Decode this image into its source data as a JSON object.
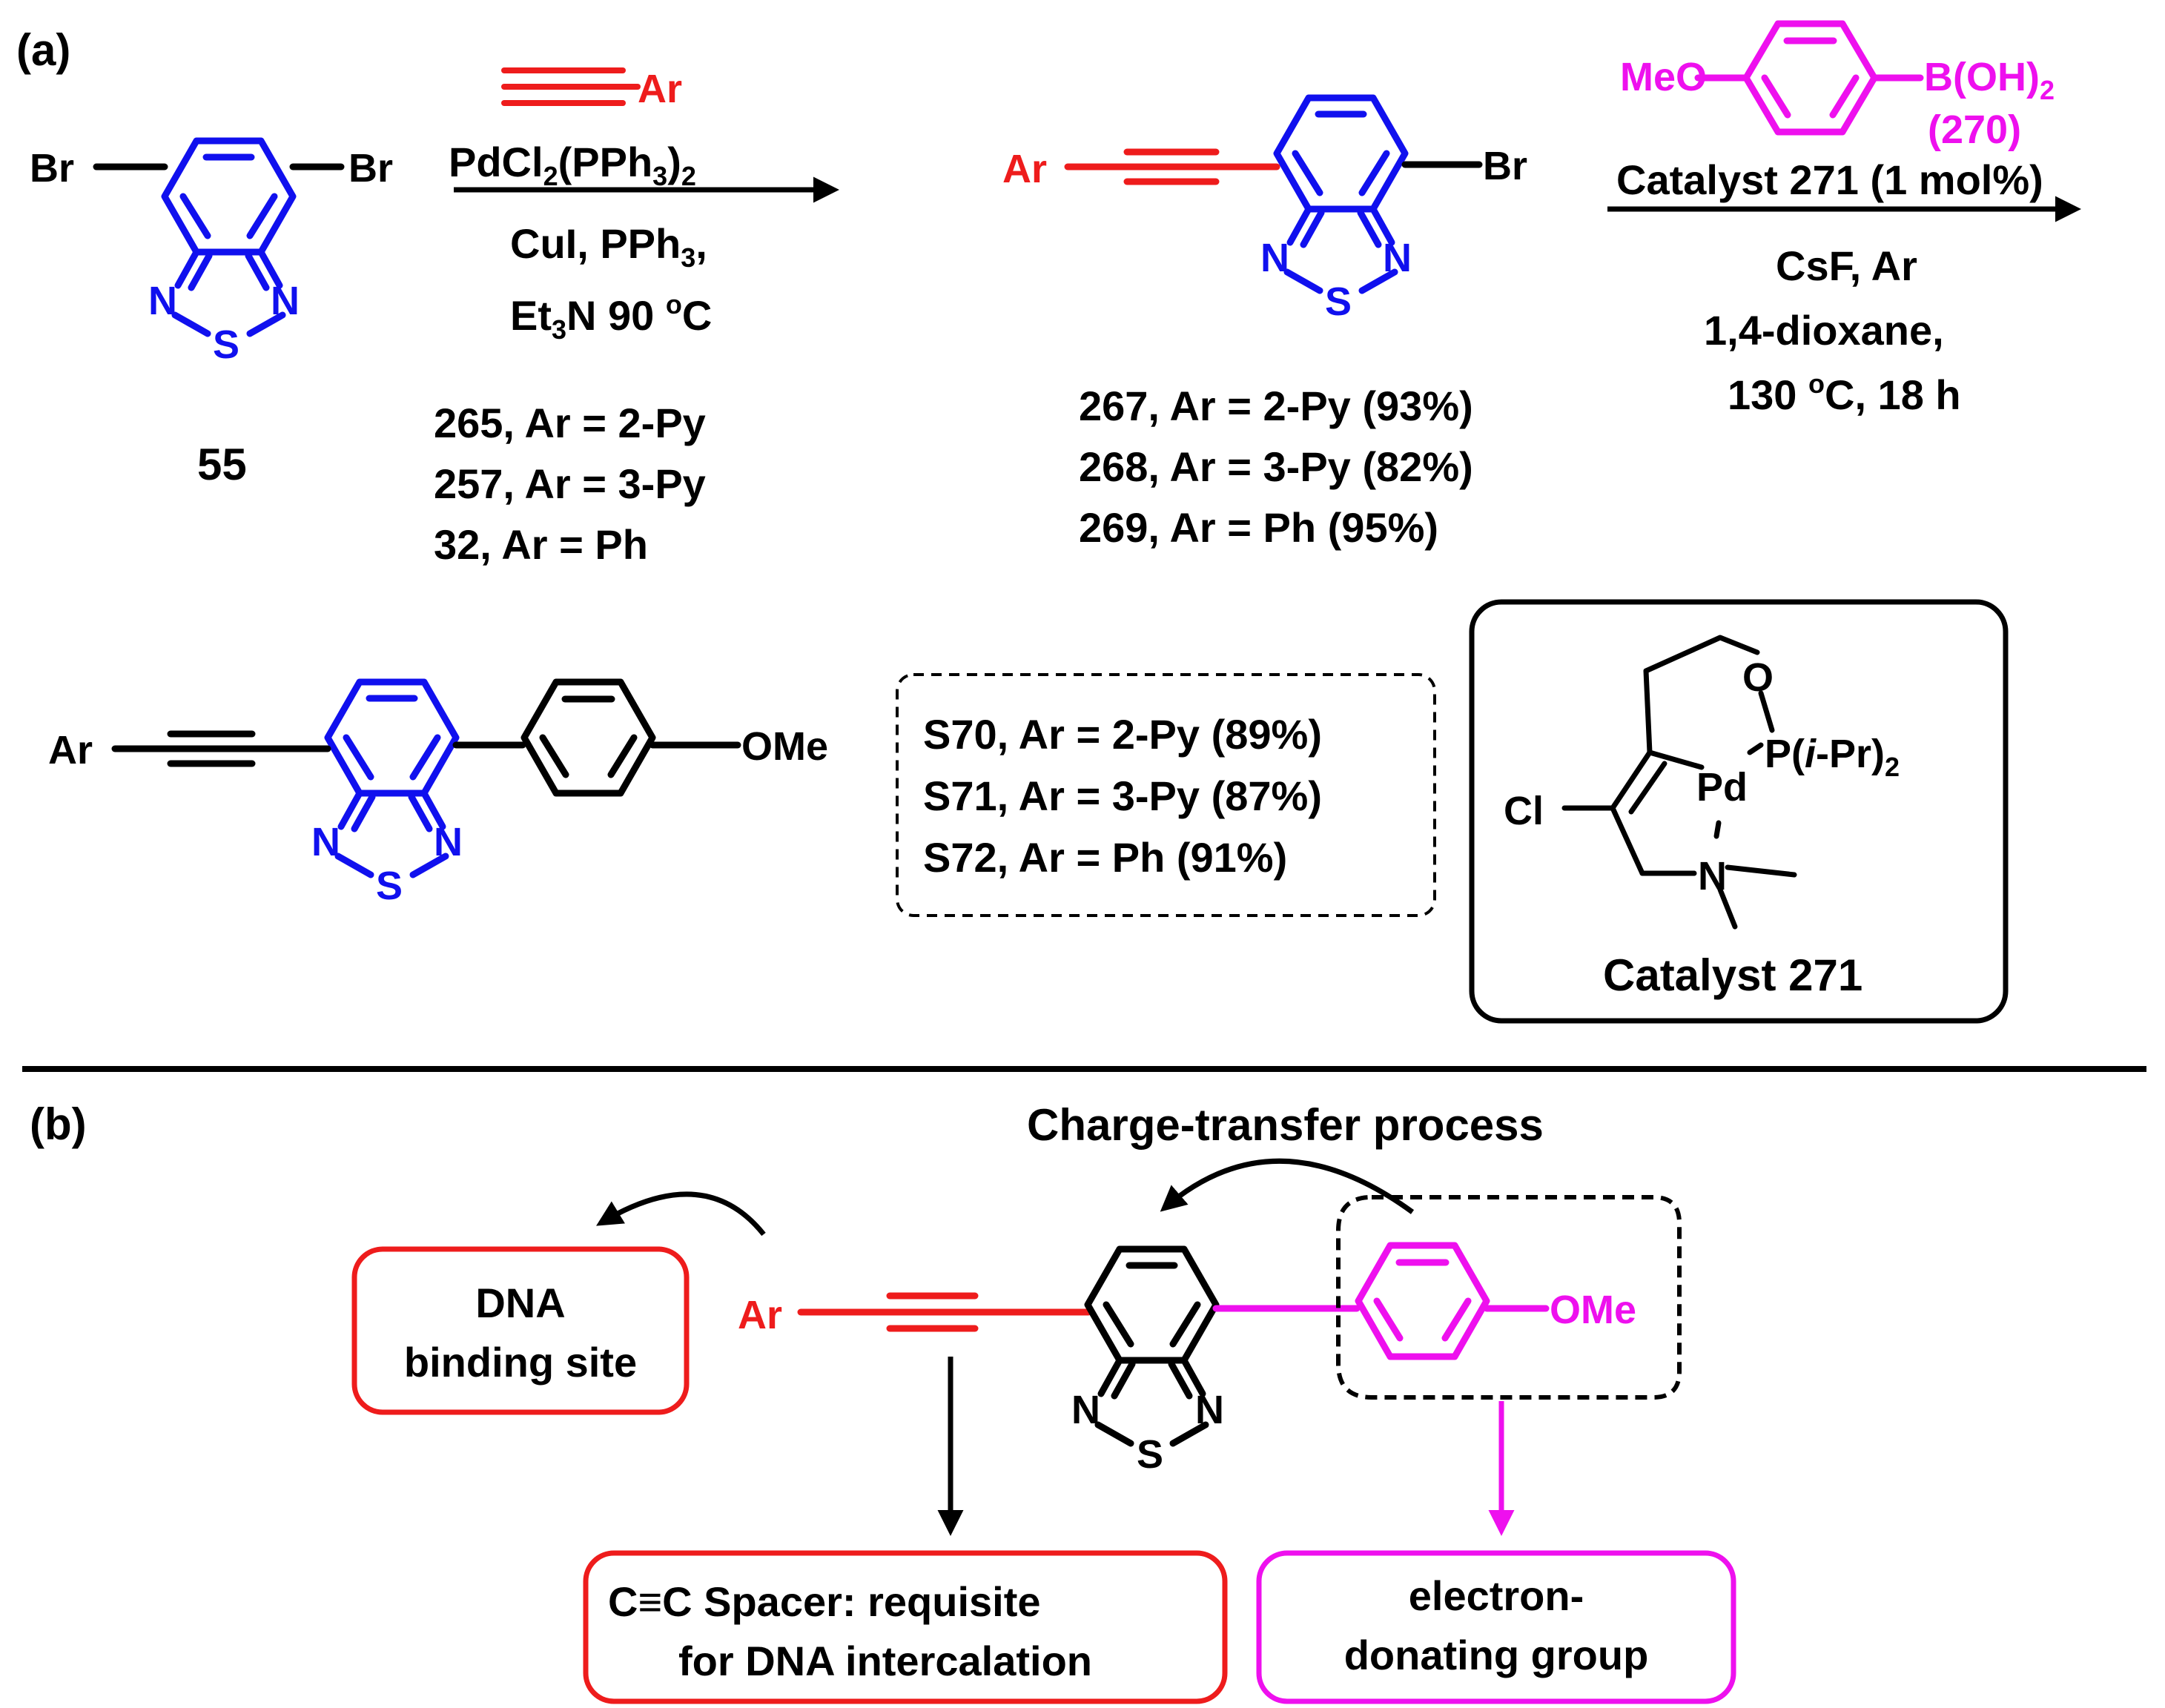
{
  "panel_a": {
    "label": "(a)",
    "start": {
      "compound": "55",
      "br_left": "Br",
      "br_right": "Br",
      "n_left": "N",
      "n_right": "N",
      "s": "S"
    },
    "step1": {
      "alkyne_ar": "Ar",
      "line1": "PdCl",
      "line1_sub": "2",
      "line1_mid": "(PPh",
      "line1_sub2": "3",
      "line1_end": ")",
      "line1_sub3": "2",
      "line2": "CuI, PPh",
      "line2_sub": "3",
      "line2_end": ",",
      "line3_a": "Et",
      "line3_sub": "3",
      "line3_b": "N 90 ",
      "line3_sup": "o",
      "line3_c": "C",
      "reagents": [
        "265, Ar = 2-Py",
        "257, Ar = 3-Py",
        "32, Ar = Ph"
      ]
    },
    "intermediate": {
      "ar": "Ar",
      "br": "Br",
      "n_left": "N",
      "n_right": "N",
      "s": "S",
      "products": [
        "267, Ar = 2-Py (93%)",
        "268, Ar = 3-Py (82%)",
        "269, Ar = Ph (95%)"
      ]
    },
    "step2": {
      "meo": "MeO",
      "boron": "B(OH)",
      "boron_sub": "2",
      "boron_label": "(270)",
      "catalyst_line": "Catalyst 271 (1 mol%)",
      "cond1": "CsF, Ar",
      "cond2": "1,4-dioxane,",
      "cond3_a": "130 ",
      "cond3_sup": "o",
      "cond3_b": "C, 18 h"
    },
    "final": {
      "ar": "Ar",
      "ome": "OMe",
      "n_left": "N",
      "n_right": "N",
      "s": "S",
      "products": [
        "S70, Ar = 2-Py (89%)",
        "S71, Ar = 3-Py (87%)",
        "S72, Ar = Ph (91%)"
      ]
    },
    "catalyst": {
      "o": "O",
      "p_prefix": "P(",
      "p_ipr": "i",
      "p_suffix": "-Pr)",
      "p_sub": "2",
      "pd": "Pd",
      "cl": "Cl",
      "n": "N",
      "name": "Catalyst 271"
    }
  },
  "panel_b": {
    "label": "(b)",
    "ct_label": "Charge-transfer process",
    "ar": "Ar",
    "ome": "OMe",
    "n_left": "N",
    "n_right": "N",
    "s": "S",
    "dna_box": [
      "DNA",
      "binding site"
    ],
    "spacer_box": [
      "C≡C  Spacer: requisite",
      "for DNA intercalation"
    ],
    "donor_box": [
      "electron-",
      "donating group"
    ]
  },
  "colors": {
    "blue": "#1010ee",
    "red": "#ee1c1c",
    "magenta": "#ee10ee",
    "black": "#000000"
  }
}
